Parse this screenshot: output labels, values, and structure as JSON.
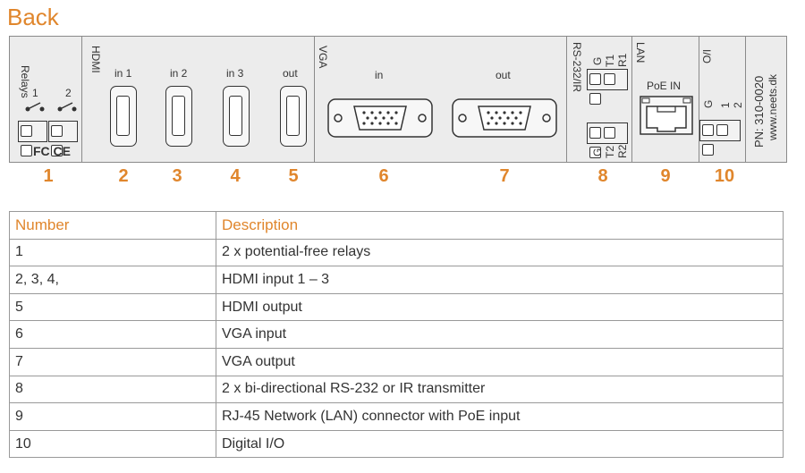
{
  "page_title": "Back",
  "panel": {
    "relays": {
      "section_label": "Relays",
      "relay_1": "1",
      "relay_2": "2"
    },
    "hdmi": {
      "section_label": "HDMI",
      "in1": "in 1",
      "in2": "in 2",
      "in3": "in 3",
      "out": "out"
    },
    "vga": {
      "section_label": "VGA",
      "in": "in",
      "out": "out"
    },
    "rs232": {
      "section_label": "RS-232/IR",
      "top_pins": [
        "G",
        "T1",
        "R1"
      ],
      "bottom_pins": [
        "G",
        "T2",
        "R2"
      ]
    },
    "lan": {
      "section_label": "LAN",
      "poe_label": "PoE IN"
    },
    "io": {
      "section_label": "I/O",
      "pins": [
        "G",
        "1",
        "2"
      ]
    },
    "part_number": "PN: 310-0020",
    "website": "www.neets.dk",
    "cert_marks": "FC CE"
  },
  "callout_numbers": [
    "1",
    "2",
    "3",
    "4",
    "5",
    "6",
    "7",
    "8",
    "9",
    "10"
  ],
  "table": {
    "headers": [
      "Number",
      "Description"
    ],
    "rows": [
      [
        "1",
        "2 x potential-free relays"
      ],
      [
        "2, 3, 4,",
        "HDMI input 1 – 3"
      ],
      [
        "5",
        "HDMI output"
      ],
      [
        "6",
        "VGA input"
      ],
      [
        "7",
        "VGA output"
      ],
      [
        "8",
        "2 x bi-directional RS-232 or IR transmitter"
      ],
      [
        "9",
        "RJ-45 Network (LAN) connector with PoE input"
      ],
      [
        "10",
        "Digital I/O"
      ]
    ]
  }
}
